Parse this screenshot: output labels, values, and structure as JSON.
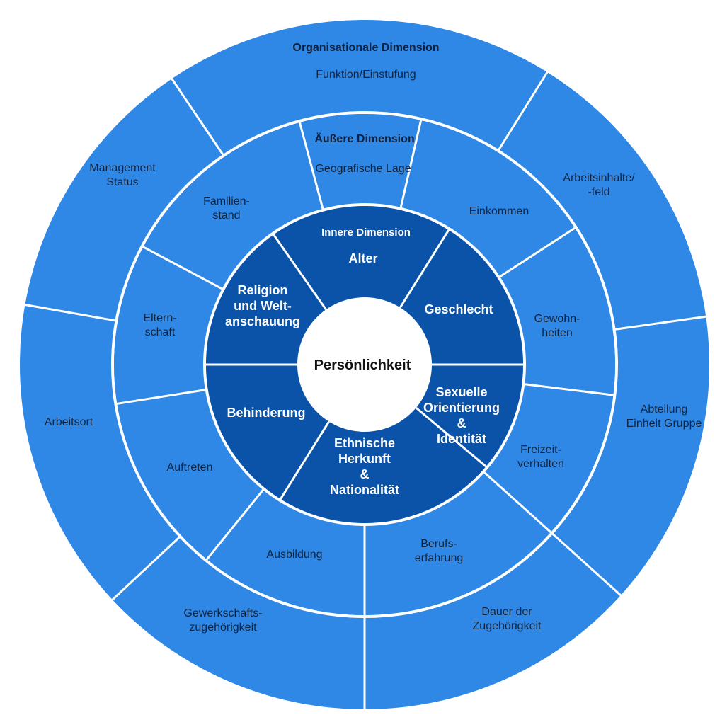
{
  "colors": {
    "outer_ring": "#2f88e6",
    "middle_ring": "#2f88e6",
    "inner_ring": "#0a53a8",
    "center": "#ffffff",
    "separator": "#ffffff",
    "dark_text": "#10243f",
    "light_text": "#ffffff"
  },
  "center": {
    "label": "Persönlichkeit"
  },
  "organisational_dimension": {
    "title": "Organisationale Dimension",
    "segments": [
      {
        "lines": [
          "Funktion/Einstufung"
        ]
      },
      {
        "lines": [
          "Arbeitsinhalte/",
          "-feld"
        ]
      },
      {
        "lines": [
          "Abteilung",
          "Einheit Gruppe"
        ]
      },
      {
        "lines": [
          "Dauer der",
          "Zugehörigkeit"
        ]
      },
      {
        "lines": [
          "Gewerkschafts-",
          "zugehörigkeit"
        ]
      },
      {
        "lines": [
          "Arbeitsort"
        ]
      },
      {
        "lines": [
          "Management",
          "Status"
        ]
      }
    ]
  },
  "external_dimension": {
    "title": "Äußere Dimension",
    "segments": [
      {
        "lines": [
          "Geografische Lage"
        ]
      },
      {
        "lines": [
          "Einkommen"
        ]
      },
      {
        "lines": [
          "Gewohn-",
          "heiten"
        ]
      },
      {
        "lines": [
          "Freizeit-",
          "verhalten"
        ]
      },
      {
        "lines": [
          "Berufs-",
          "erfahrung"
        ]
      },
      {
        "lines": [
          "Ausbildung"
        ]
      },
      {
        "lines": [
          "Auftreten"
        ]
      },
      {
        "lines": [
          "Eltern-",
          "schaft"
        ]
      },
      {
        "lines": [
          "Familien-",
          "stand"
        ]
      }
    ]
  },
  "internal_dimension": {
    "title": "Innere Dimension",
    "segments": [
      {
        "lines": [
          "Alter"
        ]
      },
      {
        "lines": [
          "Geschlecht"
        ]
      },
      {
        "lines": [
          "Sexuelle",
          "Orientierung",
          "&",
          "Identität"
        ]
      },
      {
        "lines": [
          "Ethnische",
          "Herkunft",
          "&",
          "Nationalität"
        ]
      },
      {
        "lines": [
          "Behinderung"
        ]
      },
      {
        "lines": [
          "Religion",
          "und Welt-",
          "anschauung"
        ]
      }
    ]
  }
}
